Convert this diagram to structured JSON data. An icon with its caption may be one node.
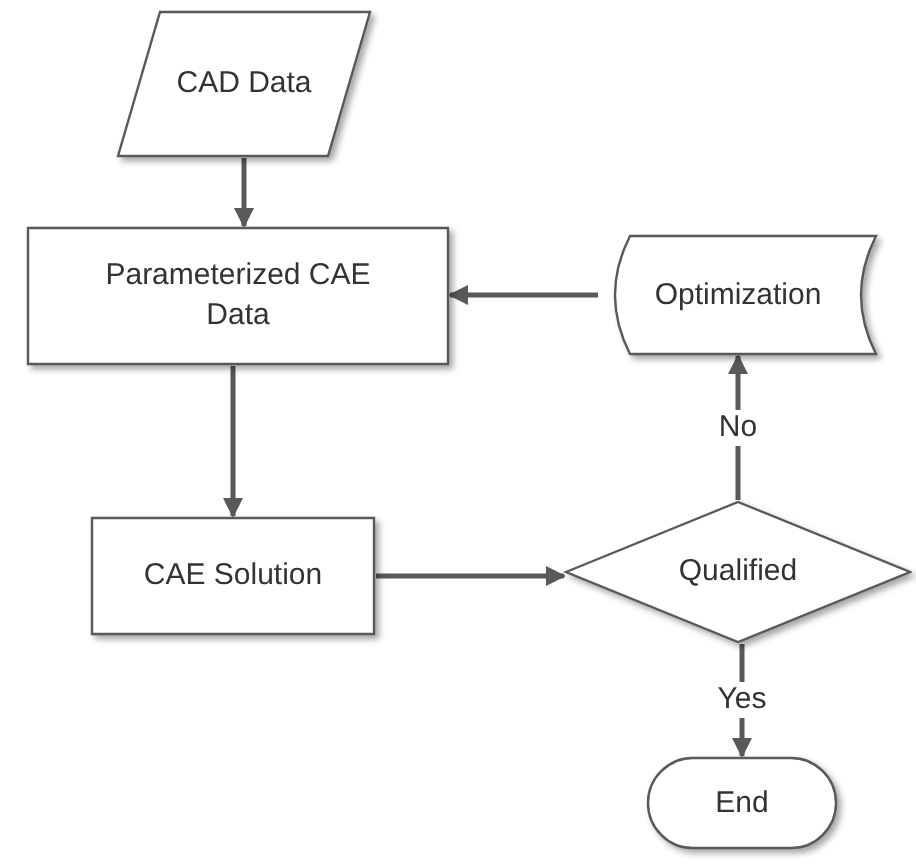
{
  "diagram": {
    "nodes": [
      {
        "text": [
          "CAD Data"
        ]
      },
      {
        "text": [
          "Parameterized CAE Data"
        ]
      },
      {
        "text": [
          "Optimization"
        ]
      },
      {
        "text": [
          "CAE Solution"
        ]
      },
      {
        "text": [
          "Qualified"
        ]
      },
      {
        "text": [
          "End"
        ]
      }
    ],
    "edges": [
      {
        "from": 0,
        "to": 1,
        "arrow": "to"
      },
      {
        "from": 2,
        "to": 1,
        "arrow": "to"
      },
      {
        "from": 1,
        "to": 3,
        "arrow": "to"
      },
      {
        "from": 3,
        "to": 4,
        "arrow": "to"
      },
      {
        "from": 4,
        "to": 2,
        "arrow": "to",
        "label": "No"
      },
      {
        "from": 4,
        "to": 5,
        "arrow": "to",
        "label": "Yes"
      }
    ]
  }
}
